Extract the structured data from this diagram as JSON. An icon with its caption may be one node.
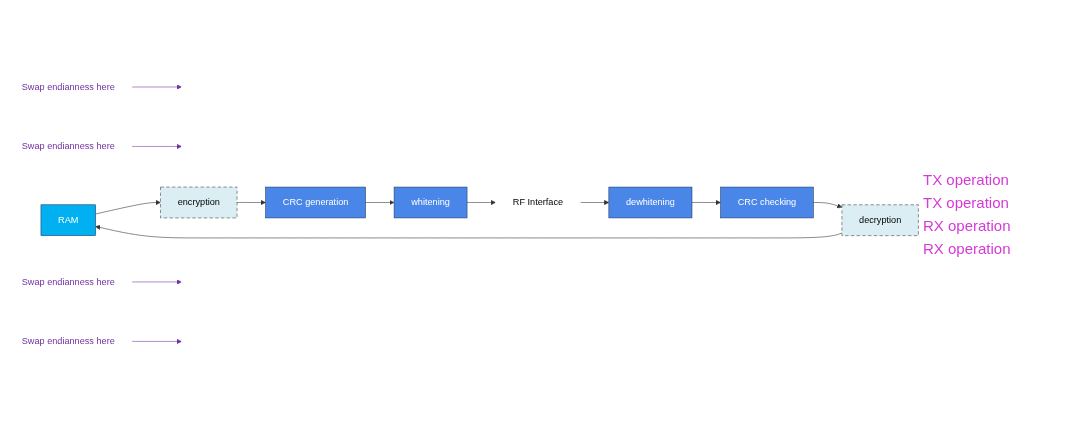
{
  "diagram": {
    "nodes": [
      {
        "text": [
          "RAM"
        ]
      },
      {
        "text": [
          "encryption"
        ]
      },
      {
        "text": [
          "CRC generation"
        ]
      },
      {
        "text": [
          "whitening"
        ]
      },
      {
        "text": [
          "RF Interface"
        ]
      },
      {
        "text": [
          "dewhitening"
        ]
      },
      {
        "text": [
          "CRC checking"
        ]
      },
      {
        "text": [
          "decryption"
        ]
      },
      {
        "text": [
          "Swap endianness here"
        ]
      },
      {
        "text": [
          "Swap endianness here"
        ]
      },
      {
        "text": [
          "Swap endianness here"
        ]
      },
      {
        "text": [
          "Swap endianness here"
        ]
      }
    ],
    "edges": [
      {
        "from": 0,
        "to": 1,
        "arrow": "to"
      },
      {
        "from": 1,
        "to": 2,
        "arrow": "to"
      },
      {
        "from": 2,
        "to": 3,
        "arrow": "to"
      },
      {
        "from": 3,
        "to": 4,
        "arrow": "to"
      },
      {
        "from": 4,
        "to": 5,
        "arrow": "to"
      },
      {
        "from": 5,
        "to": 6,
        "arrow": "to"
      },
      {
        "from": 6,
        "to": 7,
        "arrow": "to"
      },
      {
        "from": 7,
        "to": 0,
        "arrow": "to"
      },
      {
        "from": 8,
        "to": null,
        "arrow": "to",
        "color": "#7030a0"
      },
      {
        "from": 9,
        "to": null,
        "arrow": "to",
        "color": "#7030a0"
      },
      {
        "from": 10,
        "to": null,
        "arrow": "to",
        "color": "#7030a0"
      },
      {
        "from": 11,
        "to": null,
        "arrow": "to",
        "color": "#7030a0"
      }
    ],
    "labels": [
      "TX operation",
      "TX operation",
      "RX operation",
      "RX operation"
    ]
  }
}
